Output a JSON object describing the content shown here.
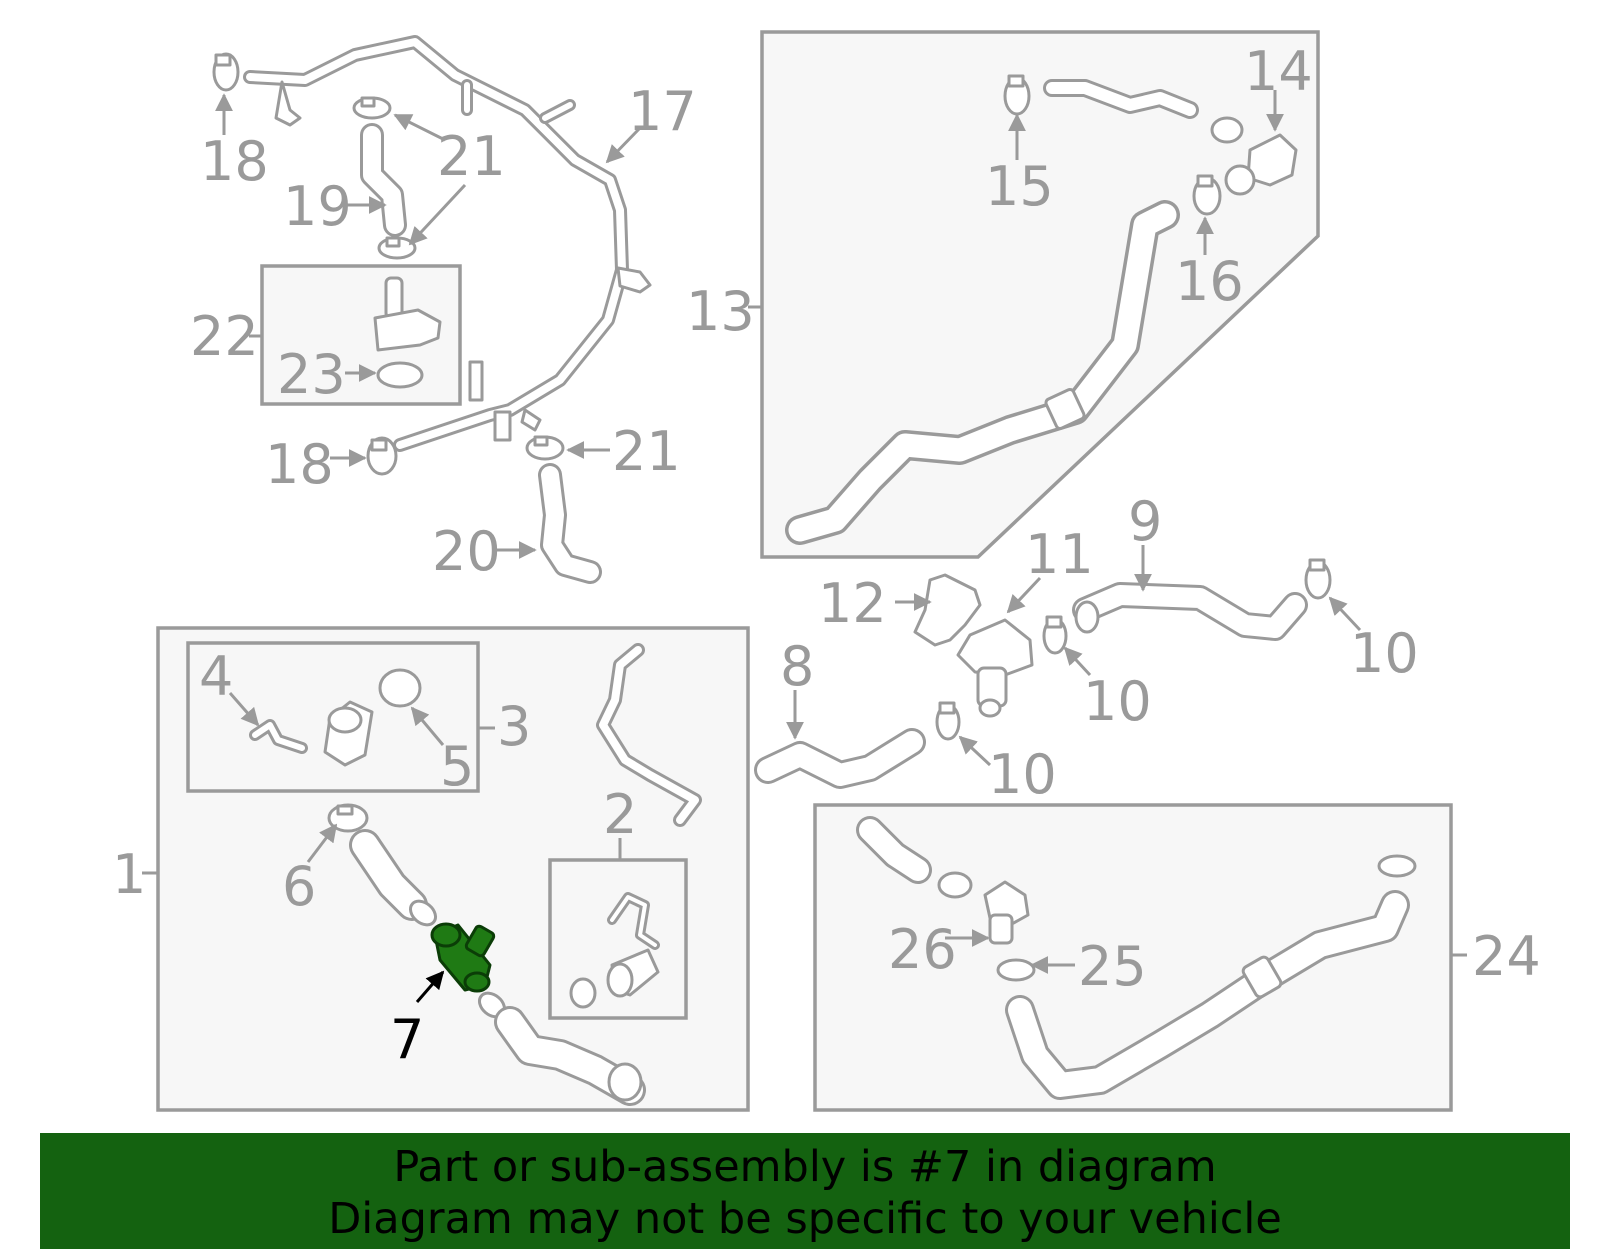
{
  "diagram": {
    "callouts": {
      "c1": "1",
      "c2": "2",
      "c3": "3",
      "c4": "4",
      "c5": "5",
      "c6": "6",
      "c7": "7",
      "c8": "8",
      "c9": "9",
      "c10a": "10",
      "c10b": "10",
      "c10c": "10",
      "c11": "11",
      "c12": "12",
      "c13": "13",
      "c14": "14",
      "c15": "15",
      "c16": "16",
      "c17": "17",
      "c18a": "18",
      "c18b": "18",
      "c19": "19",
      "c20": "20",
      "c21a": "21",
      "c21b": "21",
      "c22": "22",
      "c23": "23",
      "c24": "24",
      "c25": "25",
      "c26": "26"
    },
    "highlighted_part": "7",
    "colors": {
      "line_art": "#9a9a9a",
      "highlight_part": "#1f7a14",
      "banner_bg": "#146210"
    }
  },
  "banner": {
    "line1": "Part or sub-assembly is #7 in diagram",
    "line2": "Diagram may not be specific to your vehicle"
  }
}
